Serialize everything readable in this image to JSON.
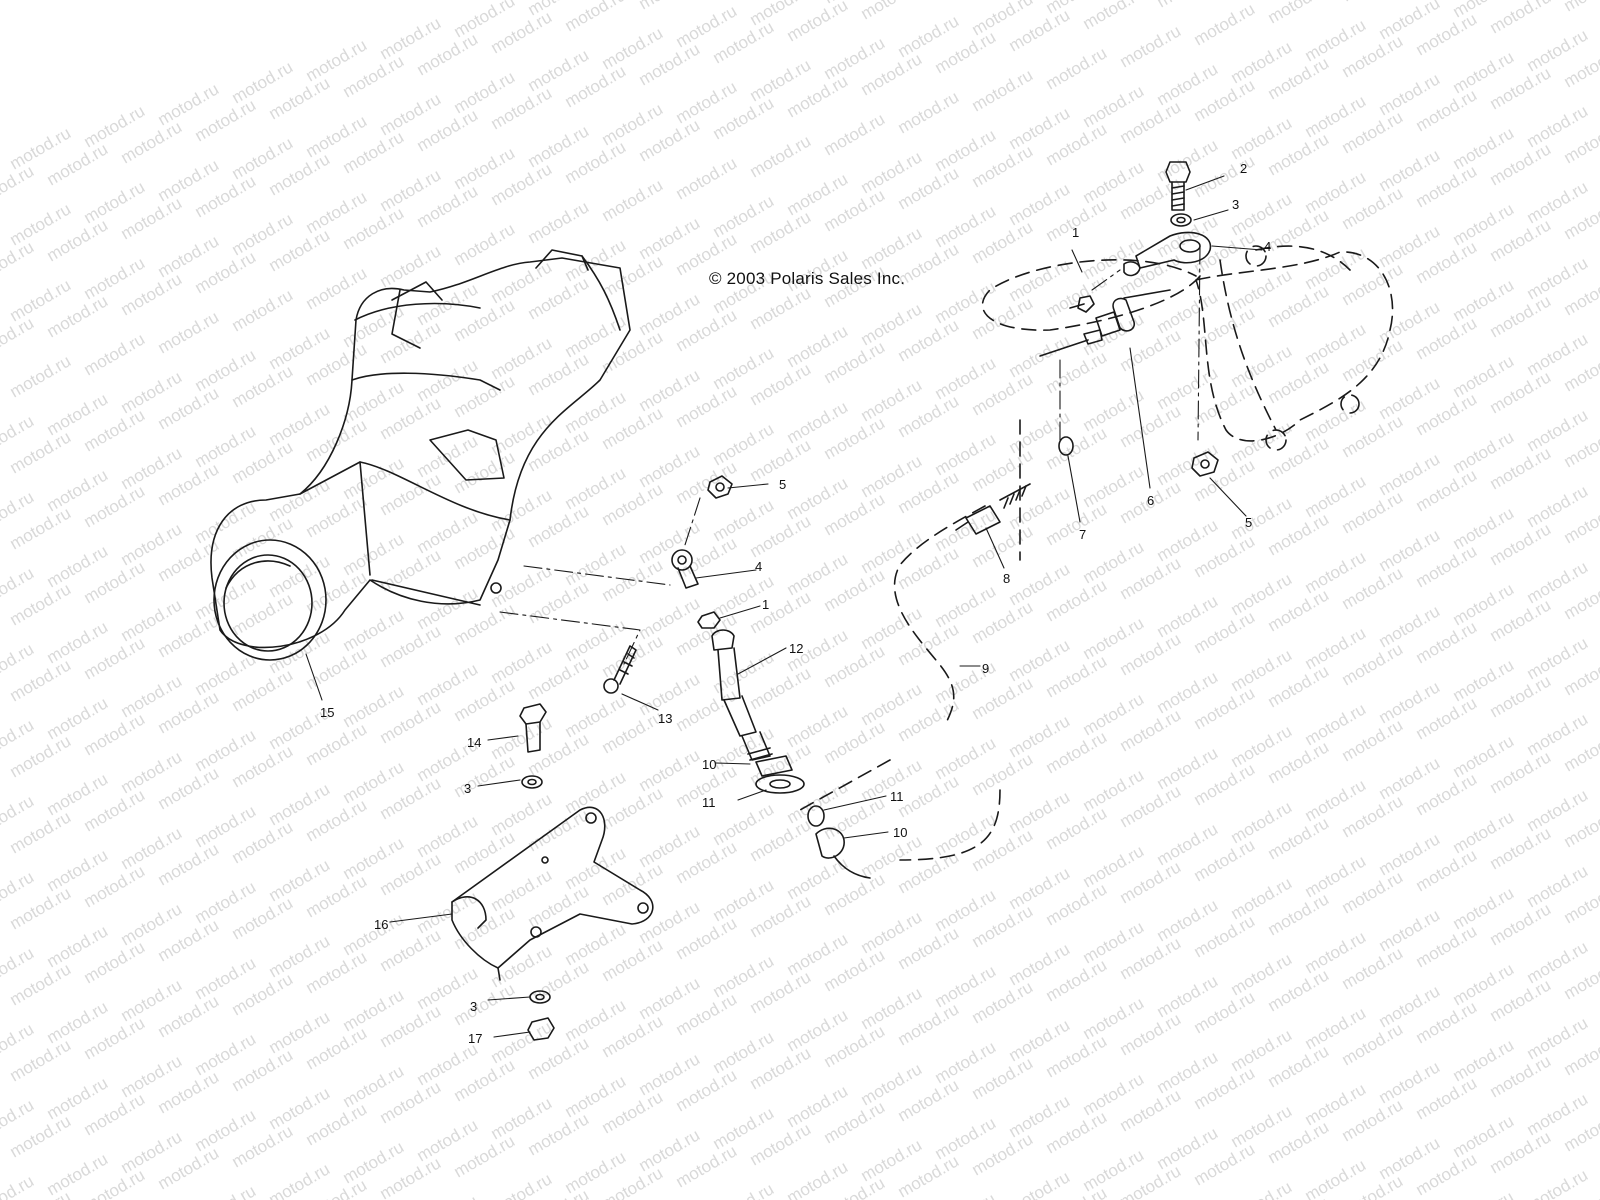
{
  "copyright": "© 2003 Polaris Sales Inc.",
  "watermark": "motod.ru",
  "colors": {
    "line": "#1a1a1a",
    "watermark": "#d9d9d9",
    "background": "#ffffff"
  },
  "callouts": [
    {
      "id": "c-2",
      "label": "2"
    },
    {
      "id": "c-3a",
      "label": "3"
    },
    {
      "id": "c-4a",
      "label": "4"
    },
    {
      "id": "c-1a",
      "label": "1"
    },
    {
      "id": "c-6",
      "label": "6"
    },
    {
      "id": "c-5a",
      "label": "5"
    },
    {
      "id": "c-7",
      "label": "7"
    },
    {
      "id": "c-8",
      "label": "8"
    },
    {
      "id": "c-5b",
      "label": "5"
    },
    {
      "id": "c-4b",
      "label": "4"
    },
    {
      "id": "c-1b",
      "label": "1"
    },
    {
      "id": "c-12",
      "label": "12"
    },
    {
      "id": "c-13",
      "label": "13"
    },
    {
      "id": "c-15",
      "label": "15"
    },
    {
      "id": "c-14",
      "label": "14"
    },
    {
      "id": "c-3b",
      "label": "3"
    },
    {
      "id": "c-10a",
      "label": "10"
    },
    {
      "id": "c-11a",
      "label": "11"
    },
    {
      "id": "c-9",
      "label": "9"
    },
    {
      "id": "c-11b",
      "label": "11"
    },
    {
      "id": "c-10b",
      "label": "10"
    },
    {
      "id": "c-16",
      "label": "16"
    },
    {
      "id": "c-3c",
      "label": "3"
    },
    {
      "id": "c-17",
      "label": "17"
    }
  ]
}
